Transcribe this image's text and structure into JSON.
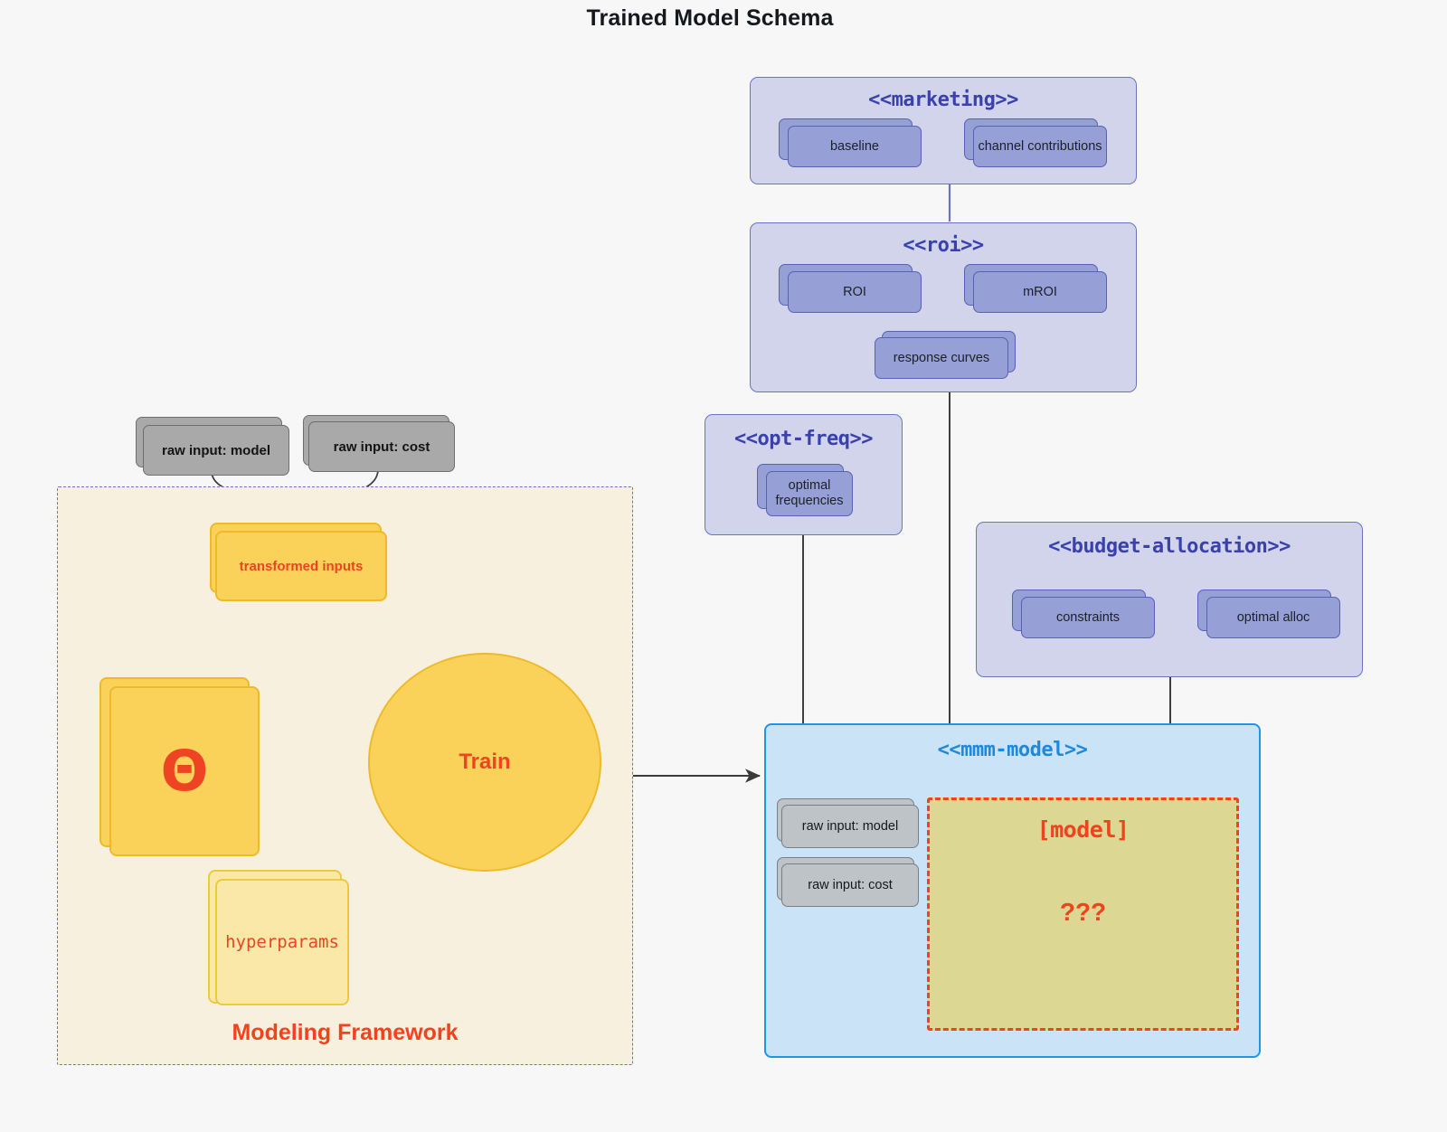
{
  "title": "Trained Model Schema",
  "packages": {
    "marketing": {
      "title": "<<marketing>>",
      "nodes": [
        "baseline",
        "channel contributions"
      ]
    },
    "roi": {
      "title": "<<roi>>",
      "nodes": [
        "ROI",
        "mROI",
        "response curves"
      ]
    },
    "opt_freq": {
      "title": "<<opt-freq>>",
      "nodes": [
        "optimal\nfrequencies"
      ],
      "node_line1": "optimal",
      "node_line2": "frequencies"
    },
    "budget_allocation": {
      "title": "<<budget-allocation>>",
      "nodes": [
        "constraints",
        "optimal alloc"
      ]
    },
    "mmm_model": {
      "title": "<<mmm-model>>",
      "raw_inputs": [
        "raw input: model",
        "raw input: cost"
      ],
      "model_box": {
        "title": "[model]",
        "question": "???"
      }
    }
  },
  "framework": {
    "label": "Modeling Framework",
    "raw_inputs": [
      "raw input: model",
      "raw input: cost"
    ],
    "transformed_inputs": "transformed inputs",
    "theta": "Θ",
    "hyperparams": "hyperparams",
    "train": "Train"
  },
  "colors": {
    "package_fill": "#d2d4ec",
    "package_border": "#6b74c4",
    "package_title": "#3a41ad",
    "node_fill": "#969fd6",
    "node_border": "#5762b5",
    "grey_fill": "#a9a9a9",
    "grey_border": "#6e6e6e",
    "framework_fill": "#f7f0de",
    "yellow_fill": "#fad25a",
    "yellow_border": "#eeba2a",
    "pale_yellow_fill": "#fae8a8",
    "red_accent": "#ef4423",
    "blue_fill": "#cbe3f7",
    "blue_border": "#1e96e8",
    "model_fill": "#ddd794",
    "background": "#f7f7f8"
  }
}
